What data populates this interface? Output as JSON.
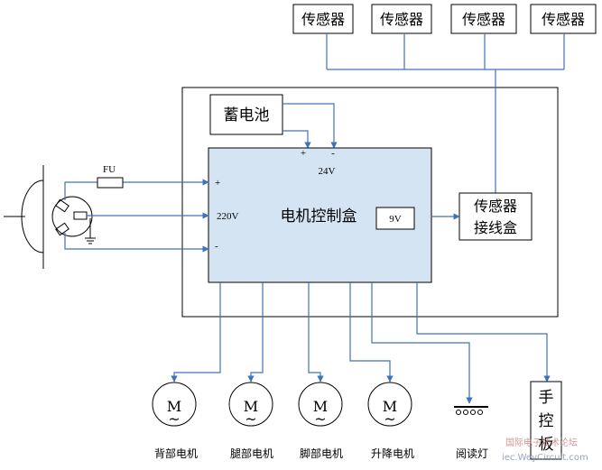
{
  "colors": {
    "wire": "#3f73b8",
    "box_fill": "#d5e4f3",
    "line": "#000000",
    "watermark": "#c87a7a"
  },
  "sensors": [
    "传感器",
    "传感器",
    "传感器",
    "传感器"
  ],
  "battery": "蓄电池",
  "battery_polarity": {
    "plus": "+",
    "minus": "-"
  },
  "controller": {
    "title": "电机控制盒",
    "v24": "24V",
    "v220": "220V",
    "v9": "9V",
    "plus": "+",
    "minus": "-"
  },
  "fuse": "FU",
  "junction": {
    "line1": "传感器",
    "line2": "接线盒"
  },
  "motor_symbol": "M",
  "motor_tilde": "~",
  "motors": [
    "背部电机",
    "腿部电机",
    "脚部电机",
    "升降电机"
  ],
  "reading_lamp": "阅读灯",
  "hand_panel": [
    "手",
    "控",
    "板"
  ],
  "watermark": {
    "line1": "国际电子技术论坛",
    "line2": "iec.WeyCircuit.com"
  }
}
